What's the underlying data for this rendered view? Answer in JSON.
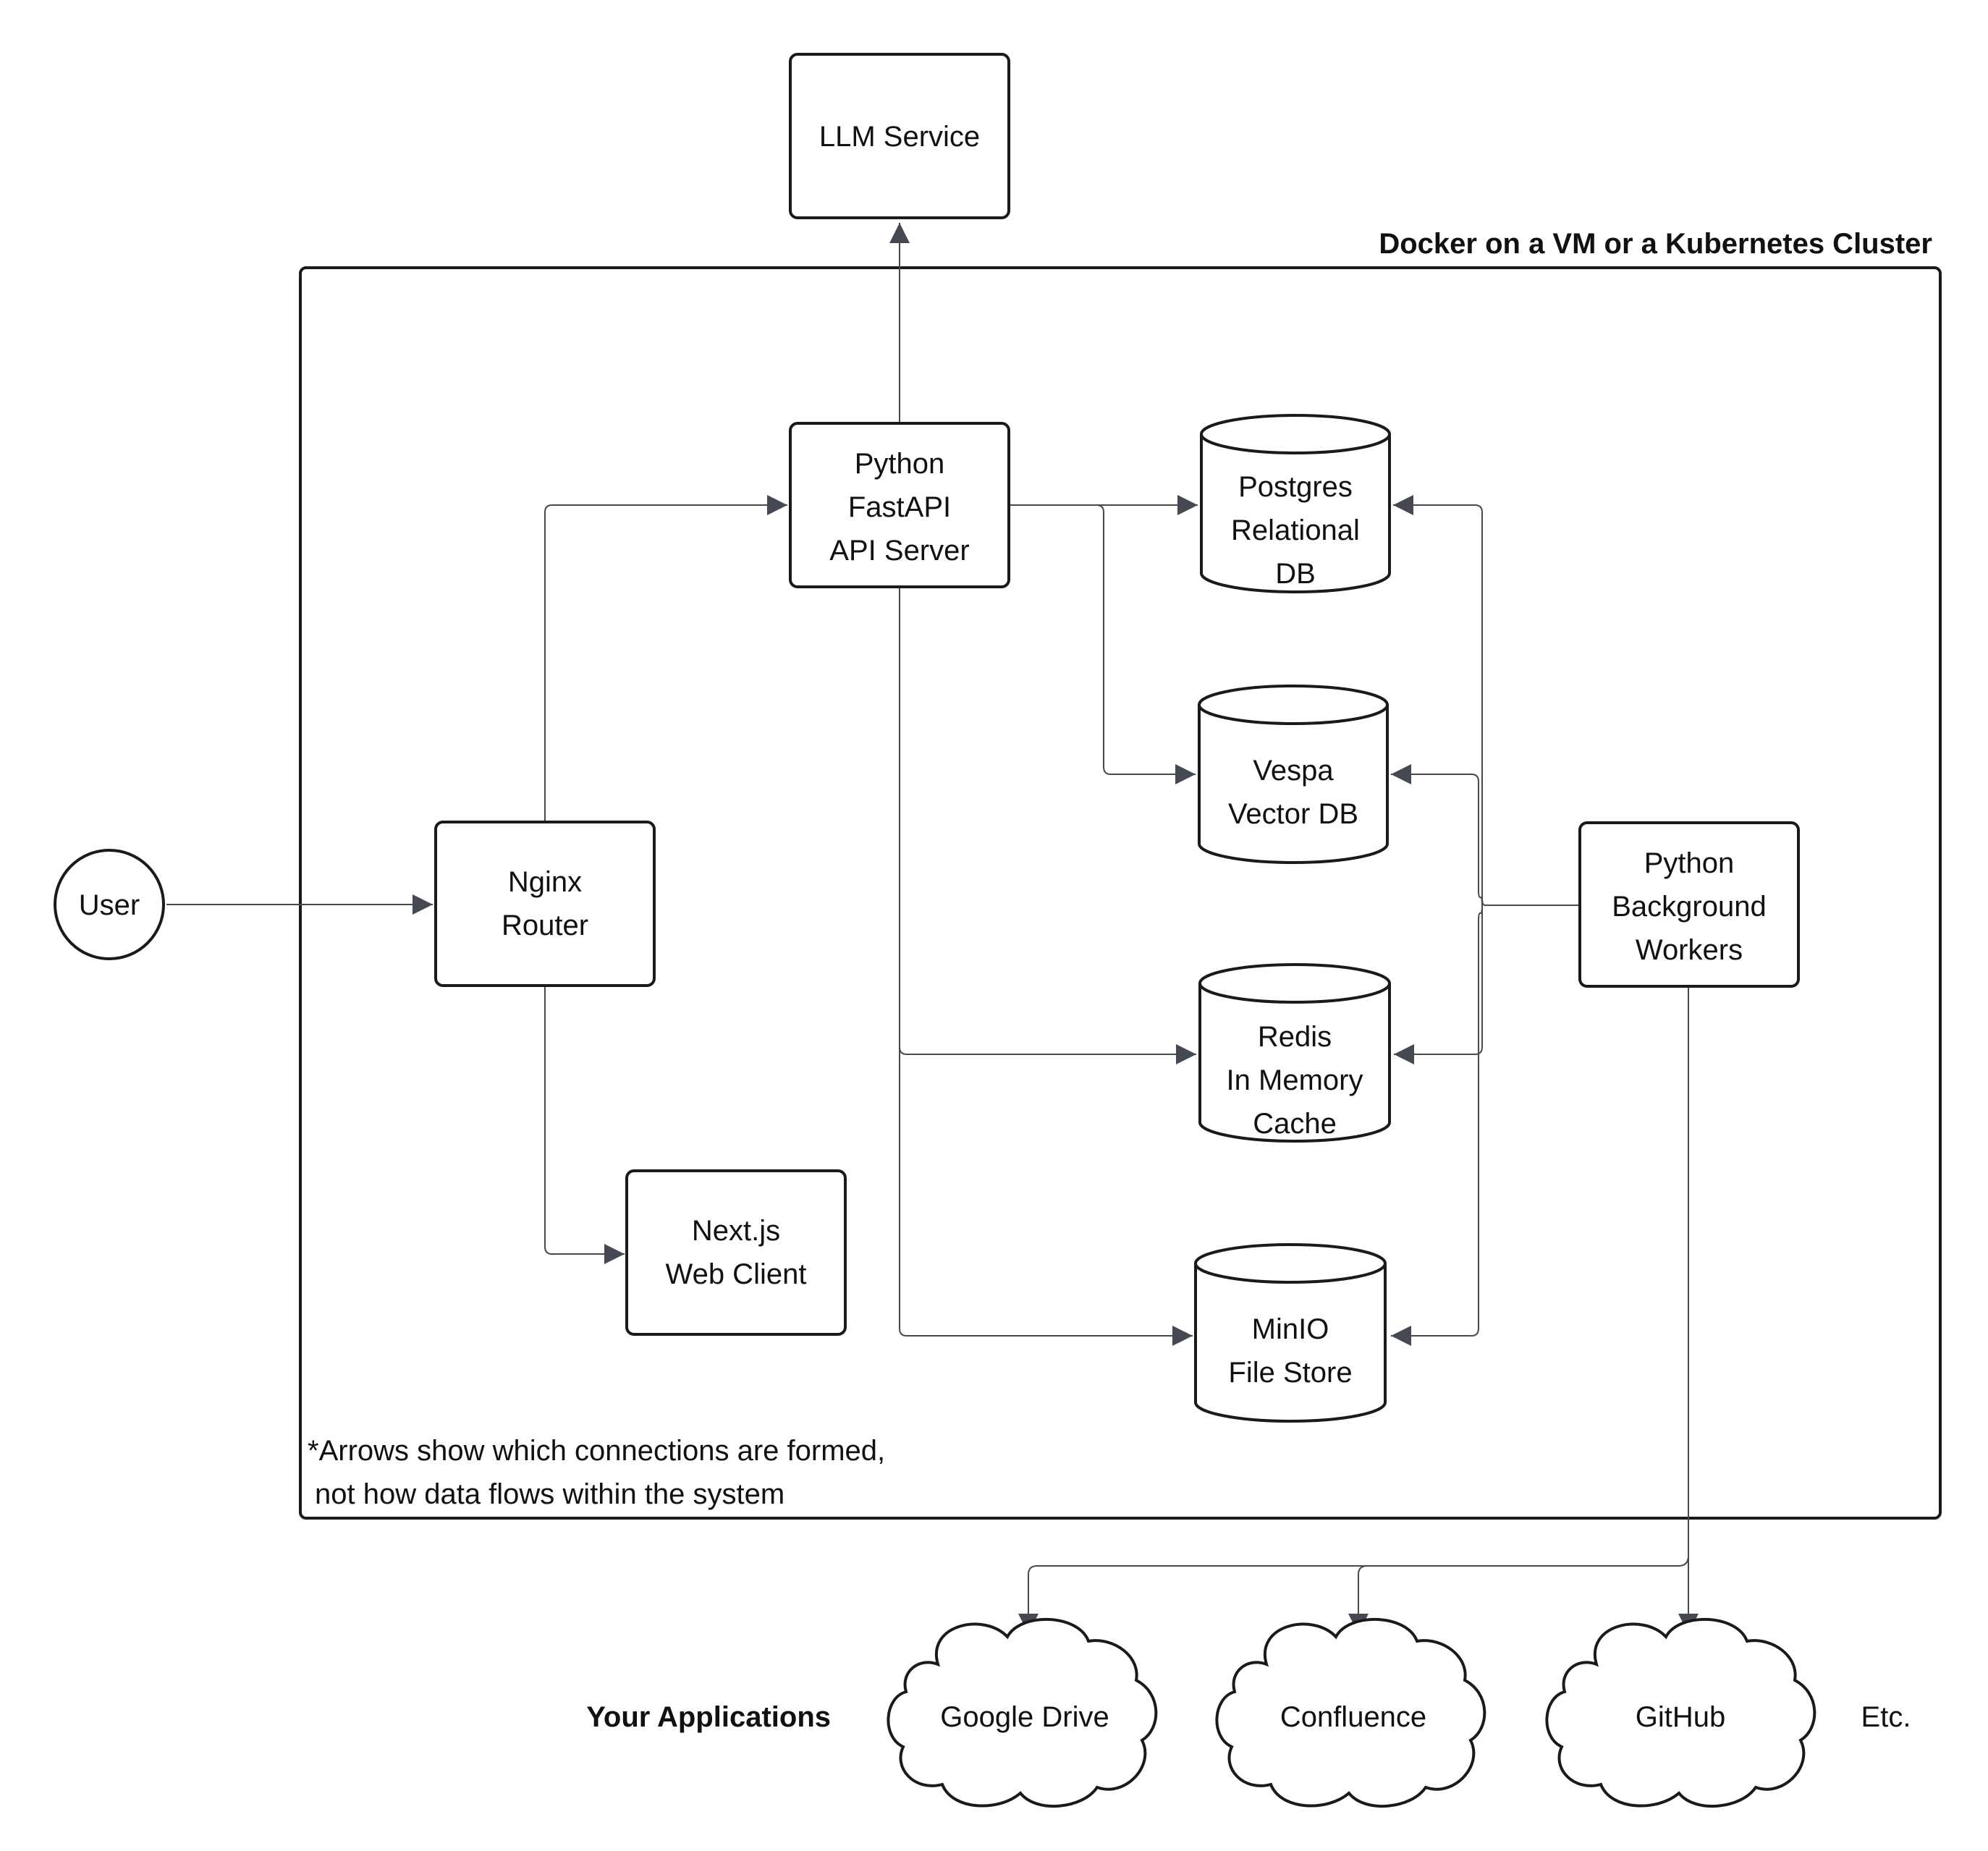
{
  "cluster_label": "Docker on a VM or a Kubernetes Cluster",
  "nodes": {
    "llm": [
      "LLM Service"
    ],
    "api": [
      "Python",
      "FastAPI",
      "API Server"
    ],
    "postgres": [
      "Postgres",
      "Relational",
      "DB"
    ],
    "vespa": [
      "Vespa",
      "Vector DB"
    ],
    "redis": [
      "Redis",
      "In Memory",
      "Cache"
    ],
    "minio": [
      "MinIO",
      "File Store"
    ],
    "user": [
      "User"
    ],
    "nginx": [
      "Nginx",
      "Router"
    ],
    "nextjs": [
      "Next.js",
      "Web Client"
    ],
    "workers": [
      "Python",
      "Background",
      "Workers"
    ]
  },
  "footnote": [
    "*Arrows show which connections are formed,",
    "not how data flows within the system"
  ],
  "applications": {
    "heading": "Your Applications",
    "items": [
      "Google Drive",
      "Confluence",
      "GitHub"
    ],
    "etc": "Etc."
  },
  "colors": {
    "stroke": "#1a1a1a",
    "edge": "#454a52",
    "text": "#111111"
  }
}
